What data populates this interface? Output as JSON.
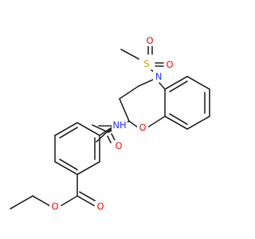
{
  "molecule": {
    "atom_labels": {
      "S": "S",
      "O_s1": "O",
      "O_s2": "O",
      "N_ring": "N",
      "O_ring": "O",
      "O_amide": "O",
      "NH": "NH",
      "O_ester_carbonyl": "O",
      "O_ester": "O"
    },
    "colors": {
      "bond": "#2b2b2b",
      "sulfur": "#c9a400",
      "oxygen": "#ff0d0d",
      "nitrogen": "#2a3dff",
      "background": "#ffffff"
    }
  }
}
